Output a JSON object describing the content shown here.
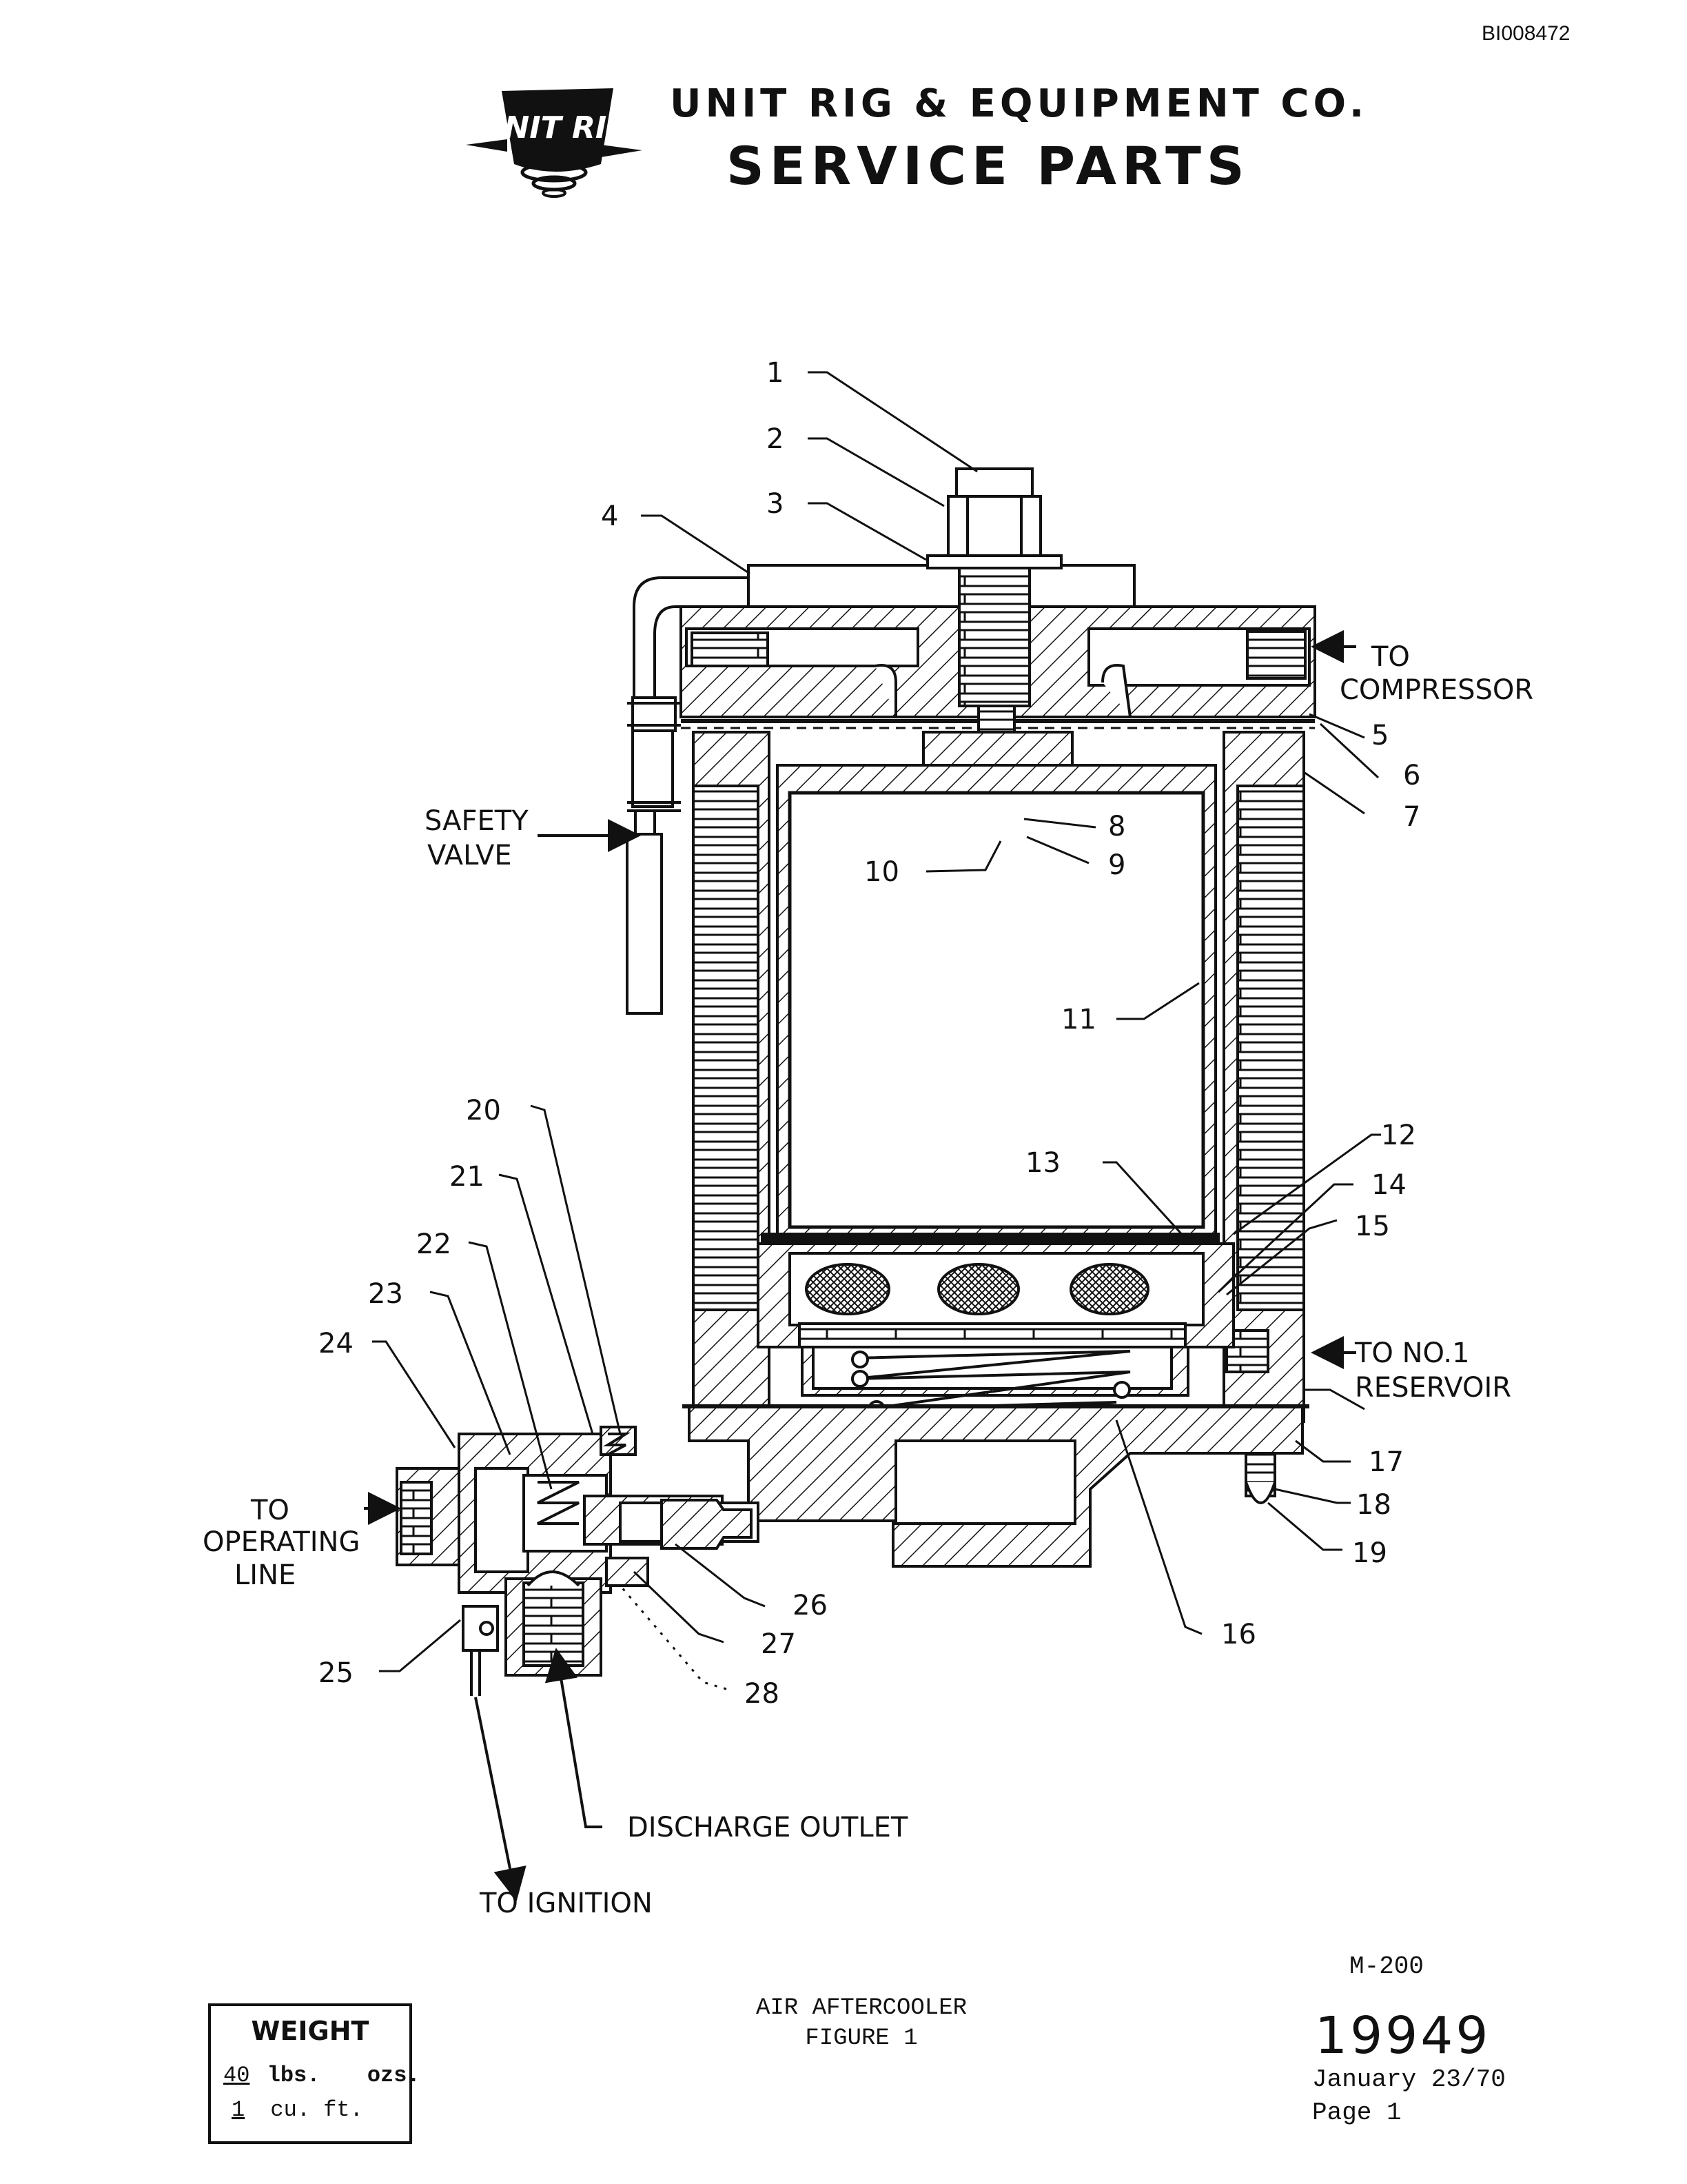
{
  "doc_id": "BI008472",
  "header": {
    "company": "UNIT RIG & EQUIPMENT CO.",
    "subtitle": "SERVICE PARTS",
    "logo_text": "UNIT RIG"
  },
  "diagram": {
    "part_numbers": [
      "1",
      "2",
      "3",
      "4",
      "5",
      "6",
      "7",
      "8",
      "9",
      "10",
      "11",
      "12",
      "13",
      "14",
      "15",
      "16",
      "17",
      "18",
      "19",
      "20",
      "21",
      "22",
      "23",
      "24",
      "25",
      "26",
      "27",
      "28"
    ],
    "callouts": {
      "to_compressor": [
        "TO",
        "COMPRESSOR"
      ],
      "safety_valve": [
        "SAFETY",
        "VALVE"
      ],
      "to_reservoir": [
        "TO NO.1",
        "RESERVOIR"
      ],
      "to_operating_line": [
        "TO",
        "OPERATING",
        "LINE"
      ],
      "discharge_outlet": "DISCHARGE OUTLET",
      "to_ignition": "TO IGNITION"
    }
  },
  "footer": {
    "model": "M-200",
    "caption_title": "AIR AFTERCOOLER",
    "caption_figure": "FIGURE 1",
    "drawing_number": "19949",
    "date": "January 23/70",
    "page": "Page 1",
    "weight": {
      "title": "WEIGHT",
      "lbs": "40",
      "lbs_unit": "lbs.",
      "ozs_unit": "ozs.",
      "cuft": "1",
      "cuft_unit": "cu. ft."
    }
  }
}
